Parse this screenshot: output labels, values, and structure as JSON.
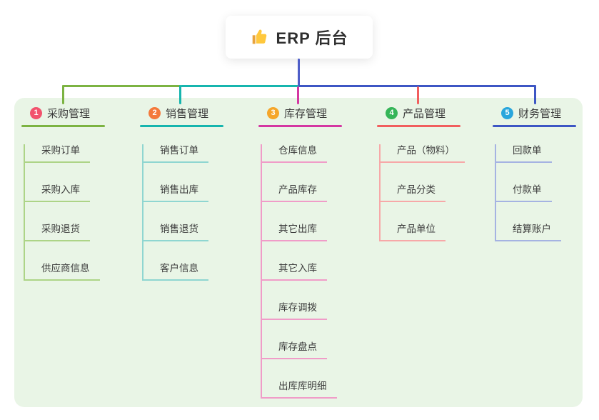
{
  "root": {
    "title": "ERP 后台",
    "icon": "thumbs-up-icon"
  },
  "panel_color": "#e9f5e6",
  "connectors": {
    "root_line_color": "#4e5ec8"
  },
  "branches": [
    {
      "badge": "1",
      "label": "采购管理",
      "badge_color": "#f2536d",
      "line_color": "#7cb342",
      "child_line_color": "#add487",
      "children": [
        "采购订单",
        "采购入库",
        "采购退货",
        "供应商信息"
      ]
    },
    {
      "badge": "2",
      "label": "销售管理",
      "badge_color": "#f4793b",
      "line_color": "#16b5ae",
      "child_line_color": "#8fd6d1",
      "children": [
        "销售订单",
        "销售出库",
        "销售退货",
        "客户信息"
      ]
    },
    {
      "badge": "3",
      "label": "库存管理",
      "badge_color": "#f5a62a",
      "line_color": "#d437a2",
      "child_line_color": "#f09cc8",
      "children": [
        "仓库信息",
        "产品库存",
        "其它出库",
        "其它入库",
        "库存调拨",
        "库存盘点",
        "出库库明细"
      ]
    },
    {
      "badge": "4",
      "label": "产品管理",
      "badge_color": "#35b558",
      "line_color": "#f15e5e",
      "child_line_color": "#f7a8a8",
      "children": [
        "产品（物料）",
        "产品分类",
        "产品单位"
      ]
    },
    {
      "badge": "5",
      "label": "财务管理",
      "badge_color": "#29a6dc",
      "line_color": "#3d56c4",
      "child_line_color": "#a5b3e2",
      "children": [
        "回款单",
        "付款单",
        "结算账户"
      ]
    }
  ]
}
